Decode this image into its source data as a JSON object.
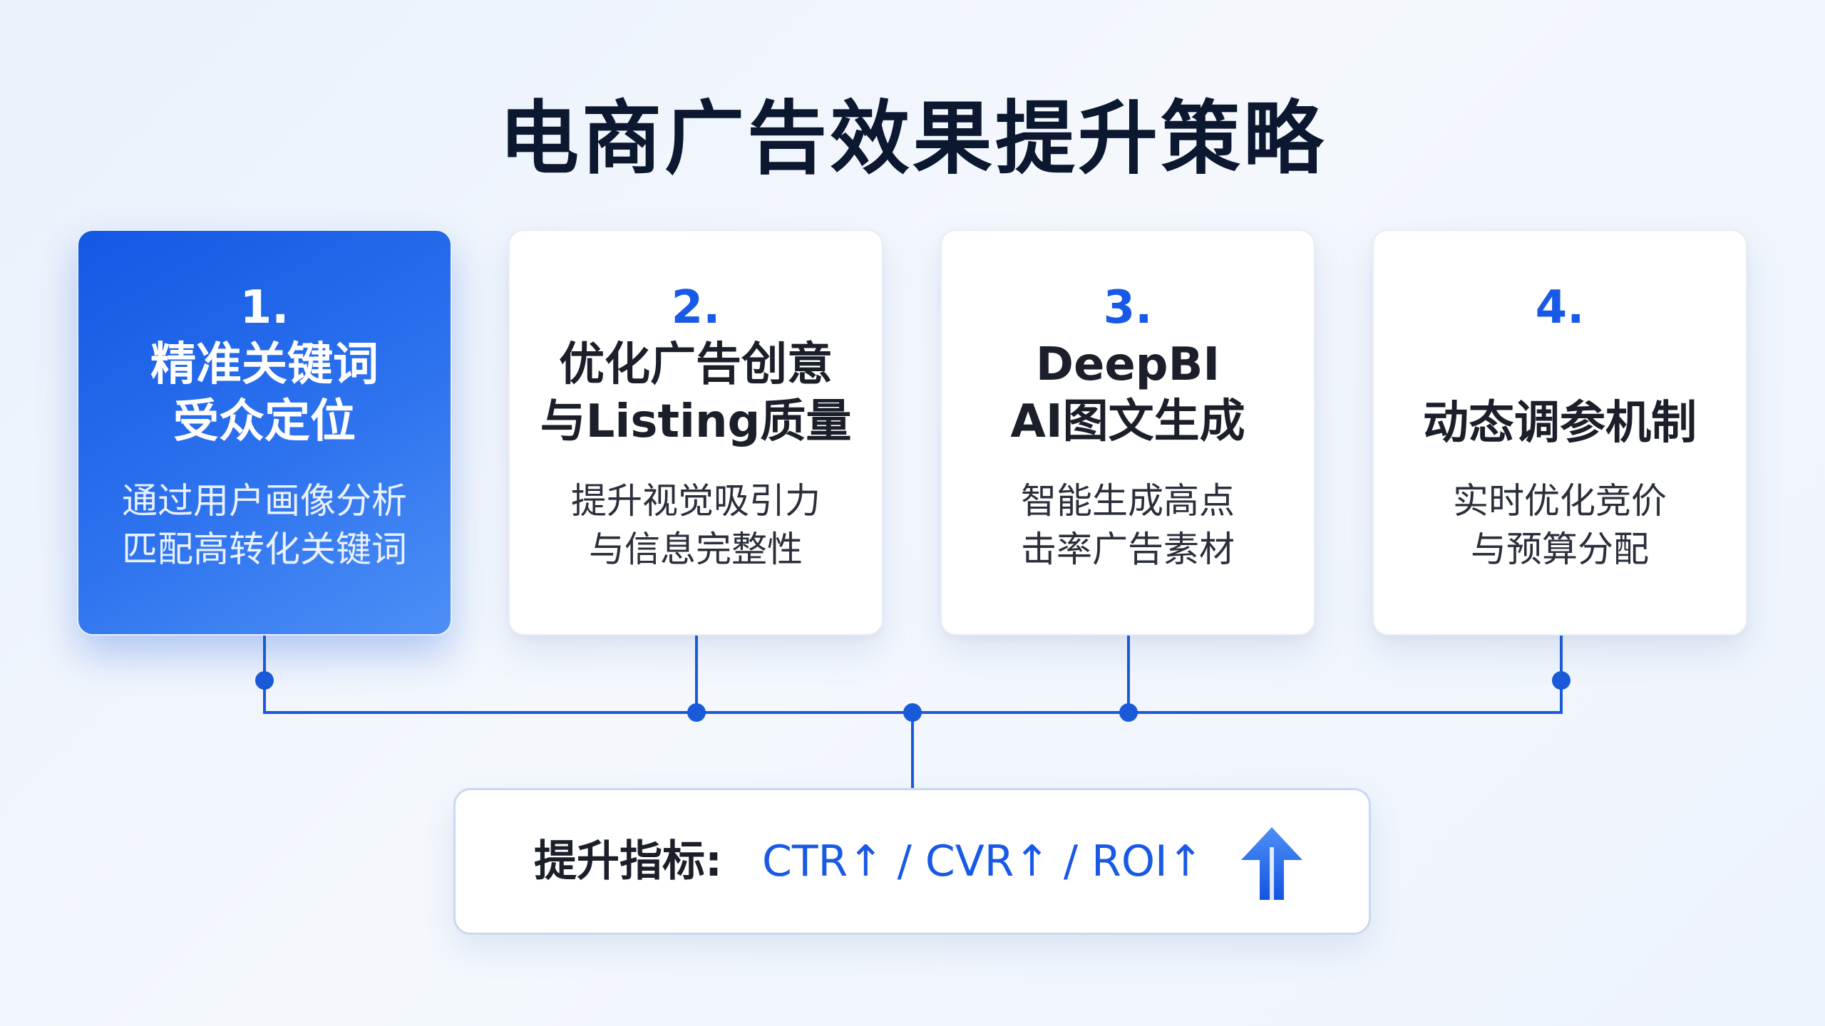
{
  "title": "电商广告效果提升策略",
  "steps": [
    {
      "number": "1.",
      "heading_lines": [
        "精准关键词",
        "受众定位"
      ],
      "desc_lines": [
        "通过用户画像分析",
        "匹配高转化关键词"
      ],
      "active": true
    },
    {
      "number": "2.",
      "heading_lines": [
        "优化广告创意",
        "与Listing质量"
      ],
      "desc_lines": [
        "提升视觉吸引力",
        "与信息完整性"
      ],
      "active": false
    },
    {
      "number": "3.",
      "heading_lines": [
        "DeepBI",
        "AI图文生成"
      ],
      "desc_lines": [
        "智能生成高点",
        "击率广告素材"
      ],
      "active": false
    },
    {
      "number": "4.",
      "heading_lines": [
        "动态调参机制"
      ],
      "desc_lines": [
        "实时优化竞价",
        "与预算分配"
      ],
      "active": false
    }
  ],
  "metrics": {
    "label": "提升指标:",
    "value": "CTR↑ / CVR↑ / ROI↑",
    "icon": "up-arrow-icon"
  },
  "colors": {
    "accent": "#1859e6",
    "title": "#0c1730",
    "connector": "#1a5ad8"
  }
}
